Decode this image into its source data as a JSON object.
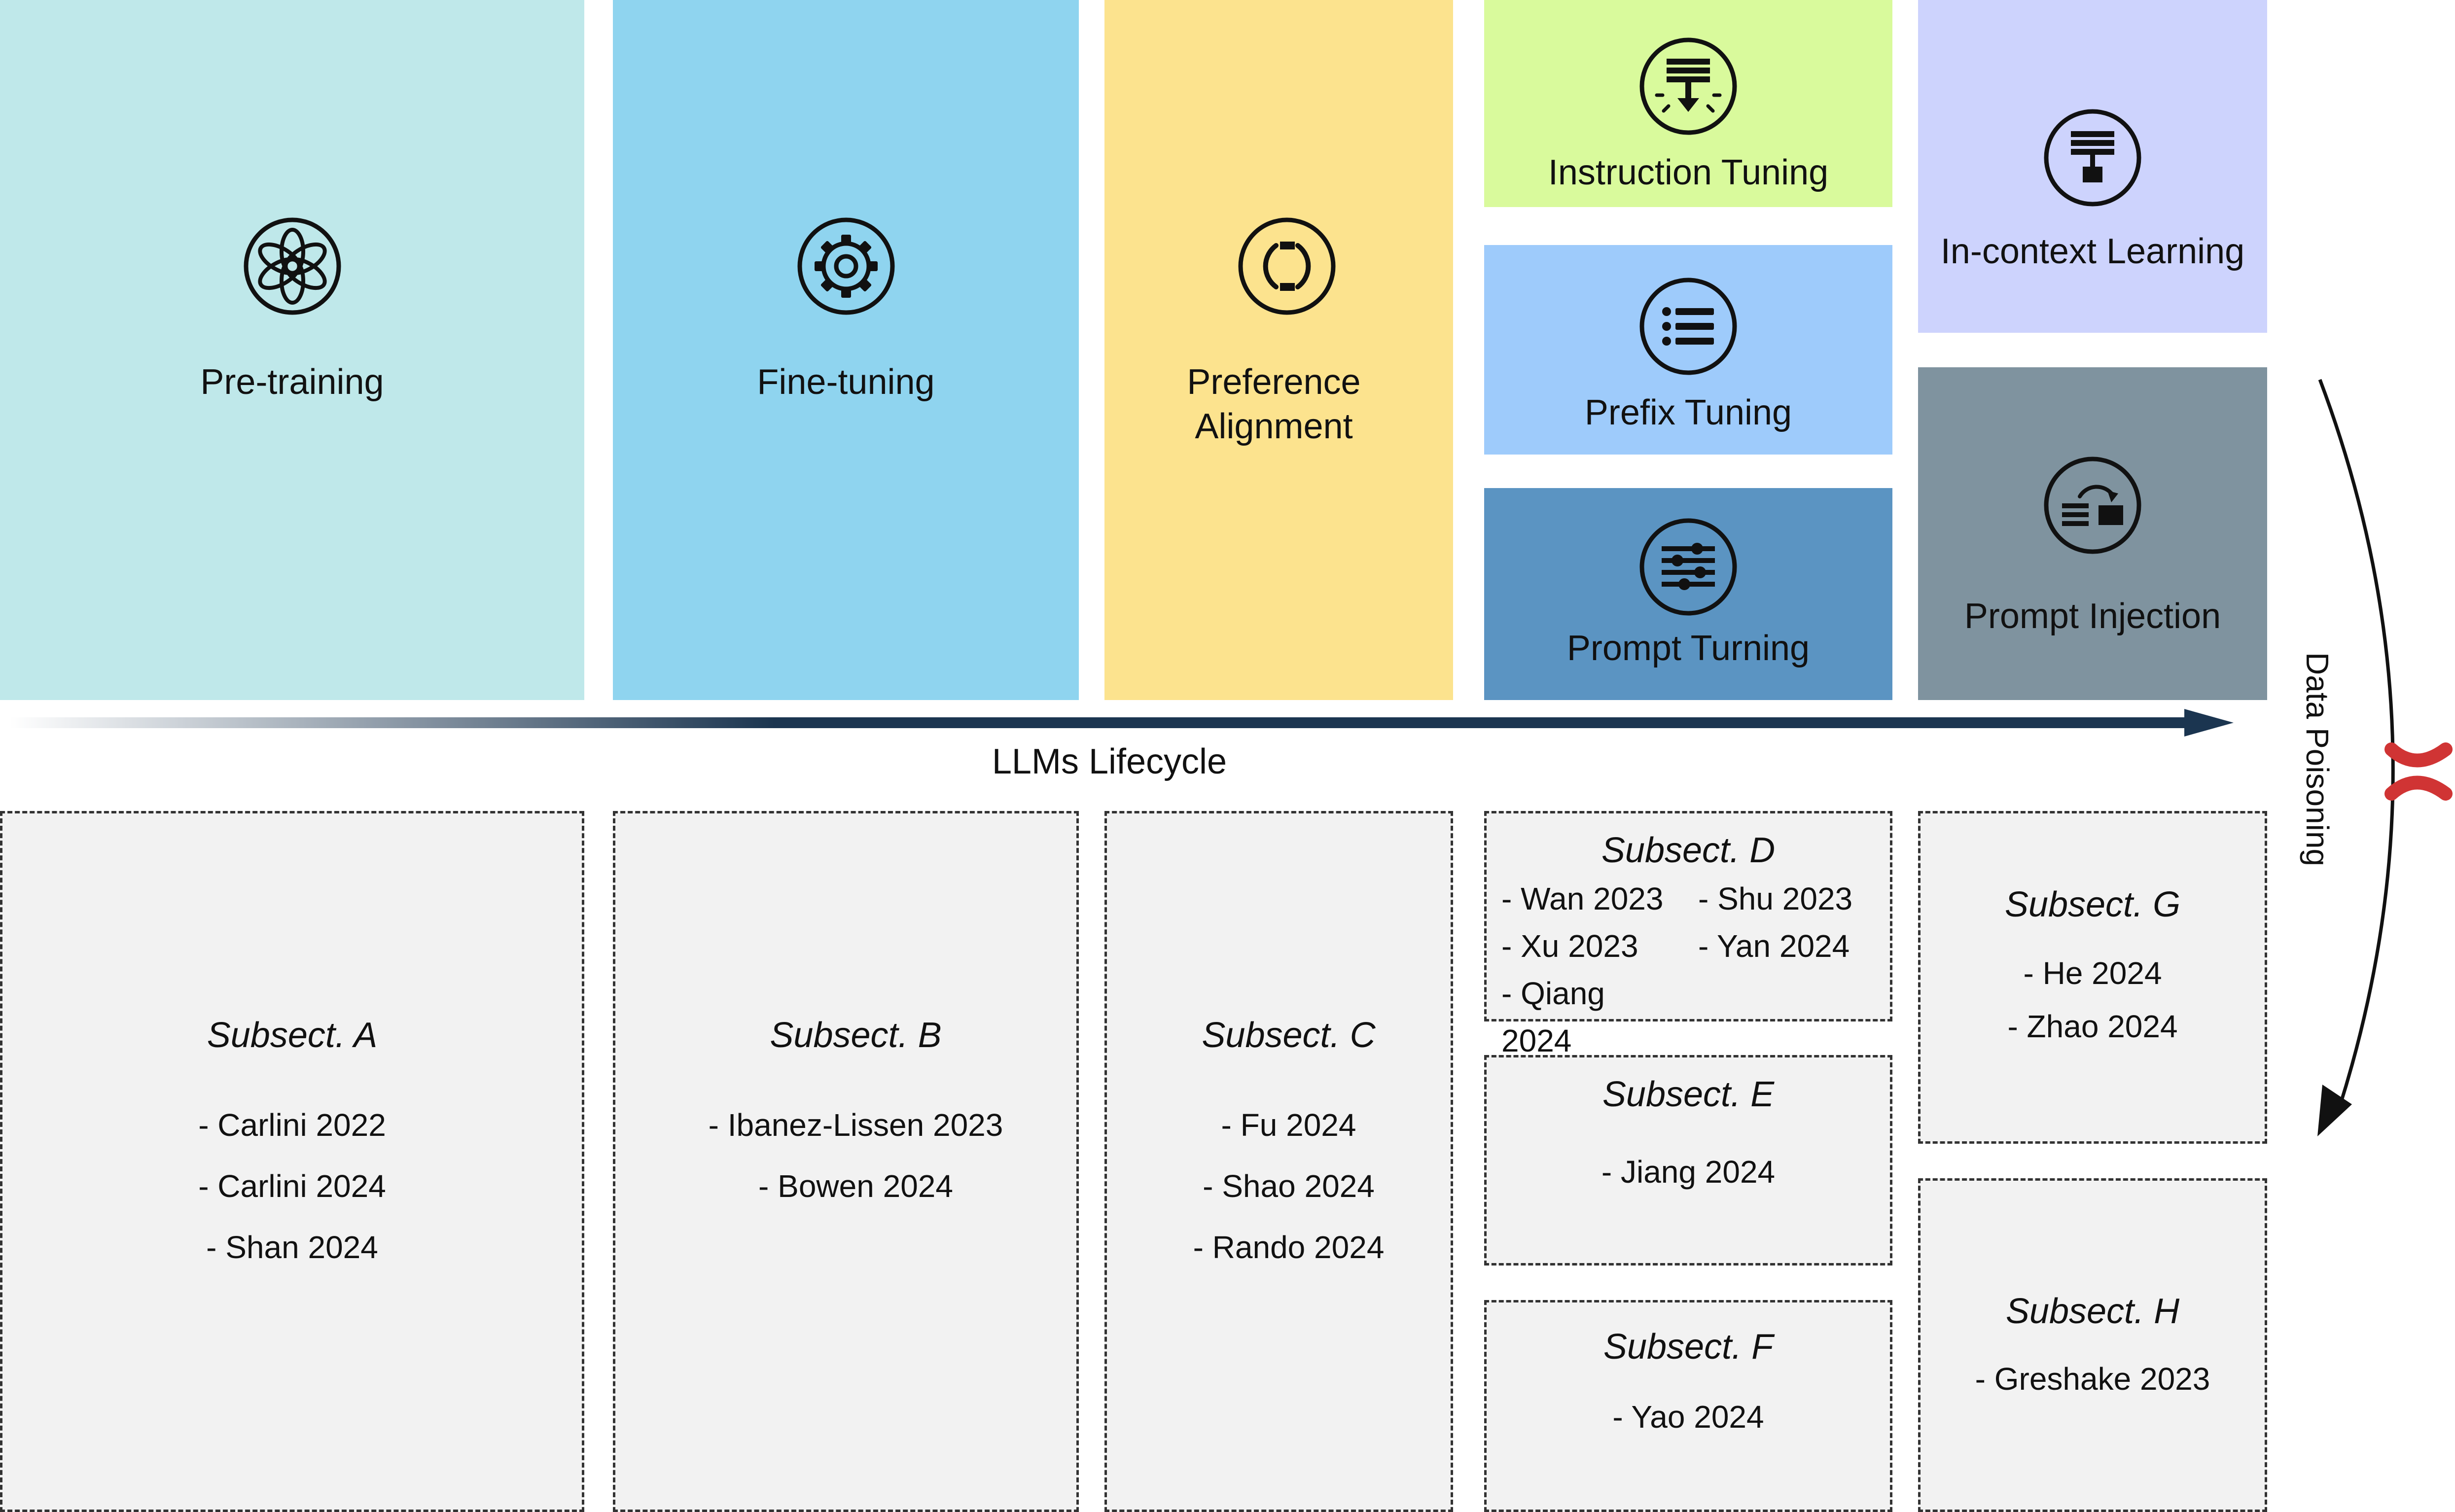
{
  "lifecycle": {
    "label": "LLMs Lifecycle",
    "side_label": "Data Poisoning",
    "stages": [
      {
        "id": "pretraining",
        "label": "Pre-training",
        "icon": "openai-logo-icon",
        "color": "#bfe8ea"
      },
      {
        "id": "finetuning",
        "label": "Fine-tuning",
        "icon": "gear-icon",
        "color": "#8fd4ef"
      },
      {
        "id": "preference",
        "label": "Preference\nAlignment",
        "icon": "sync-loop-icon",
        "color": "#fce38e"
      },
      {
        "id": "instruction",
        "label": "Instruction Tuning",
        "icon": "download-list-icon",
        "color": "#d9fa9c"
      },
      {
        "id": "prefix",
        "label": "Prefix Tuning",
        "icon": "bulleted-list-icon",
        "color": "#9ecbfb"
      },
      {
        "id": "prompt",
        "label": "Prompt Turning",
        "icon": "sliders-icon",
        "color": "#5b94c2"
      },
      {
        "id": "incontext",
        "label": "In-context Learning",
        "icon": "flowchart-icon",
        "color": "#cdd3fd"
      },
      {
        "id": "injection",
        "label": "Prompt Injection",
        "icon": "redirect-icon",
        "color": "#7f939f"
      }
    ]
  },
  "subsects": [
    {
      "id": "a",
      "title": "Subsect. A",
      "refs": [
        "- Carlini 2022",
        "- Carlini 2024",
        "- Shan 2024"
      ]
    },
    {
      "id": "b",
      "title": "Subsect. B",
      "refs": [
        "- Ibanez-Lissen 2023",
        "- Bowen 2024"
      ]
    },
    {
      "id": "c",
      "title": "Subsect. C",
      "refs": [
        "- Fu 2024",
        "- Shao 2024",
        "- Rando 2024"
      ]
    },
    {
      "id": "d",
      "title": "Subsect. D",
      "refs": [
        "- Wan 2023",
        "- Shu 2023",
        "- Xu 2023",
        "- Yan 2024",
        "- Qiang 2024"
      ]
    },
    {
      "id": "e",
      "title": "Subsect. E",
      "refs": [
        "- Jiang 2024"
      ]
    },
    {
      "id": "f",
      "title": "Subsect. F",
      "refs": [
        "- Yao 2024"
      ]
    },
    {
      "id": "g",
      "title": "Subsect. G",
      "refs": [
        "- He 2024",
        "- Zhao 2024"
      ]
    },
    {
      "id": "h",
      "title": "Subsect. H",
      "refs": [
        "- Greshake 2023"
      ]
    }
  ],
  "colors": {
    "arrow": "#1b3550",
    "poison_mark": "#d03434",
    "subsect_bg": "#f2f2f2"
  }
}
